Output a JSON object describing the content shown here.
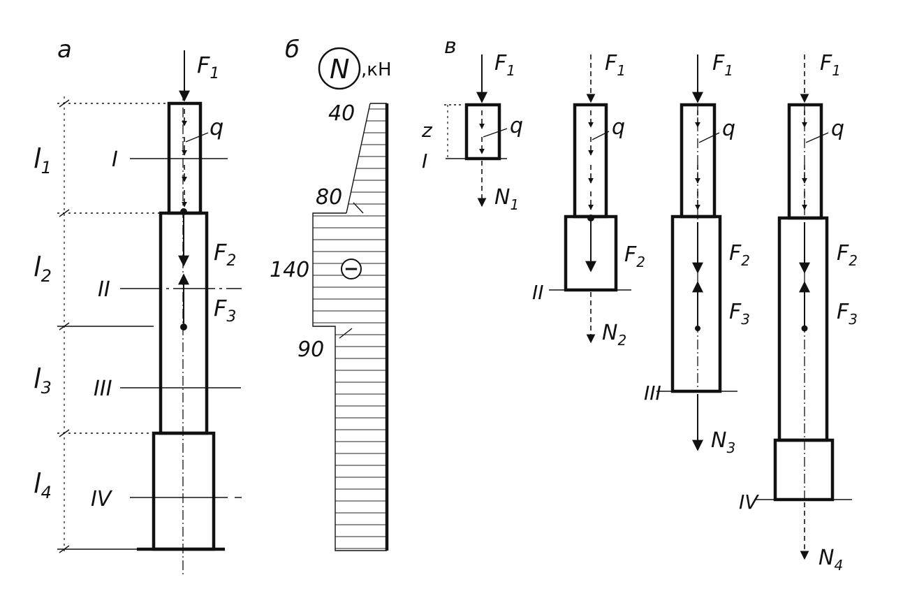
{
  "panels": {
    "a": {
      "letter": "а"
    },
    "b": {
      "letter": "б"
    },
    "c": {
      "letter": "в"
    }
  },
  "labels": {
    "F1": "F",
    "F1_sub": "1",
    "F2": "F",
    "F2_sub": "2",
    "F3": "F",
    "F3_sub": "3",
    "q": "q",
    "z": "z",
    "N1": "N",
    "N1_sub": "1",
    "N2": "N",
    "N2_sub": "2",
    "N3": "N",
    "N3_sub": "3",
    "N4": "N",
    "N4_sub": "4",
    "l": "l",
    "l1_sub": "1",
    "l2_sub": "2",
    "l3_sub": "3",
    "l4_sub": "4"
  },
  "sections": [
    "I",
    "II",
    "III",
    "IV"
  ],
  "epure": {
    "symbol": "N",
    "unit": ",кН",
    "values": [
      "40",
      "80",
      "140",
      "90"
    ],
    "sign": "−"
  },
  "colors": {
    "ink": "#111111",
    "paper": "#ffffff"
  }
}
